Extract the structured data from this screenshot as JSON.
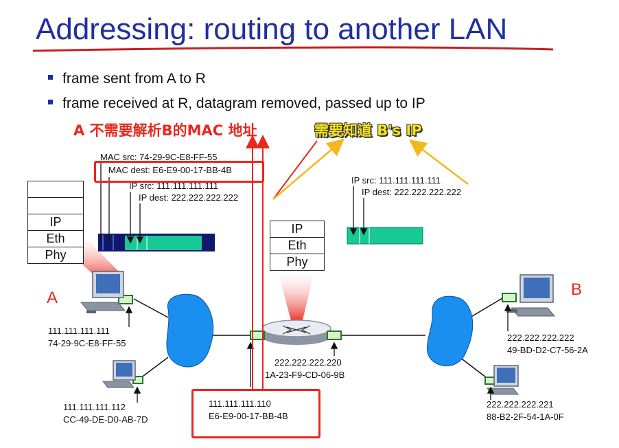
{
  "title": "Addressing: routing to another LAN",
  "bullets": [
    "frame sent from A to R",
    "frame received at R, datagram removed, passed up to IP"
  ],
  "callouts": {
    "left": "A 不需要解析B的MAC 地址",
    "right": "需要知道 B's IP"
  },
  "frame": {
    "mac_src": "MAC src: 74-29-9C-E8-FF-55",
    "mac_dest": "MAC dest: E6-E9-00-17-BB-4B",
    "ip_src": "IP src: 111.111.111.111",
    "ip_dest": "IP dest: 222.222.222.222"
  },
  "datagram": {
    "ip_src": "IP src: 111.111.111.111",
    "ip_dest": "IP dest: 222.222.222.222"
  },
  "stack_host": [
    "",
    "",
    "IP",
    "Eth",
    "Phy"
  ],
  "stack_router": [
    "IP",
    "Eth",
    "Phy"
  ],
  "hosts": {
    "a_label": "A",
    "b_label": "B",
    "a_ip": "111.111.111.111",
    "a_mac": "74-29-9C-E8-FF-55",
    "a2_ip": "111.111.111.112",
    "a2_mac": "CC-49-DE-D0-AB-7D",
    "b_ip": "222.222.222.222",
    "b_mac": "49-BD-D2-C7-56-2A",
    "b2_ip": "222.222.222.221",
    "b2_mac": "88-B2-2F-54-1A-0F"
  },
  "router": {
    "left_ip": "111.111.111.110",
    "left_mac": "E6-E9-00-17-BB-4B",
    "right_ip": "222.222.222.220",
    "right_mac": "1A-23-F9-CD-06-9B"
  },
  "colors": {
    "title": "#1f2fa0",
    "highlight_red": "#e8281e",
    "callout_yellow": "#f6e21a",
    "arrow_gold": "#f2b81c",
    "frame_navy": "#10186e",
    "payload_green": "#16c995",
    "cloud_blue": "#1a8ff0"
  }
}
